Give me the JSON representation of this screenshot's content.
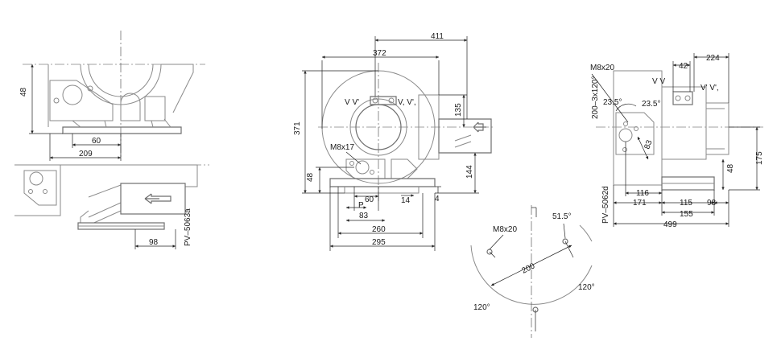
{
  "drawing": {
    "colors": {
      "outline": "#8a8a8a",
      "dimension": "#222222",
      "background": "#ffffff"
    },
    "views": {
      "left_upper": {
        "dims": {
          "height": "48",
          "bolt_spacing": "60",
          "width": "209"
        }
      },
      "left_lower": {
        "dims": {
          "outlet_offset": "98"
        },
        "model": "PV–5063a"
      },
      "front": {
        "dims": {
          "overall_width": "411",
          "housing_width": "372",
          "height": "371",
          "outlet_height": "135",
          "foot_height": "48",
          "outlet_drop": "144",
          "bolt_spacing": "60",
          "pitch": "P",
          "base_inner": "83",
          "foot_thickness": "14",
          "foot_gap": "4",
          "base_width": "260",
          "overall_base": "295"
        },
        "labels": {
          "valve_left": "V V'",
          "valve_right": "V, V',",
          "mount_thread": "M8x17"
        }
      },
      "side": {
        "dims": {
          "overall_right": "224",
          "valve_offset": "42",
          "flange_angle": "23.5°",
          "flange_angle_b": "23.5°",
          "flange_pattern": "200–3x120°",
          "bolt_offset": "83",
          "foot_inner": "116",
          "base_left": "171",
          "base_mid": "115",
          "base_right": "98",
          "base_pitch": "155",
          "overall_length": "499",
          "height_right": "175",
          "foot_height": "48"
        },
        "labels": {
          "mount_thread": "M8x20",
          "valve_left": "V V",
          "valve_right": "V' V',",
          "model": "PV–5062d"
        }
      },
      "flange_detail": {
        "labels": {
          "thread": "M8x20",
          "angle_top": "51.5°",
          "diameter": "200",
          "angle_right": "120°",
          "angle_left": "120°"
        }
      }
    }
  }
}
